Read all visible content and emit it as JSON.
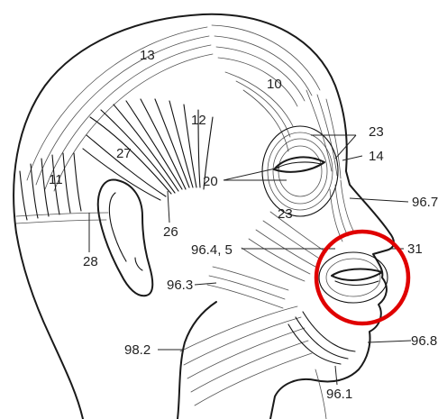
{
  "labels": {
    "l13": "13",
    "l10": "10",
    "l12": "12",
    "l23a": "23",
    "l14": "14",
    "l27": "27",
    "l11": "11",
    "l20": "20",
    "l96_7": "96.7",
    "l23b": "23",
    "l26": "26",
    "l28": "28",
    "l96_4": "96.4, 5",
    "l31": "31",
    "l96_3": "96.3",
    "l98_2": "98.2",
    "l96_8": "96.8",
    "l96_1": "96.1"
  },
  "highlight": {
    "color": "#e00000",
    "shape": "circle",
    "target": "mouth-region"
  }
}
